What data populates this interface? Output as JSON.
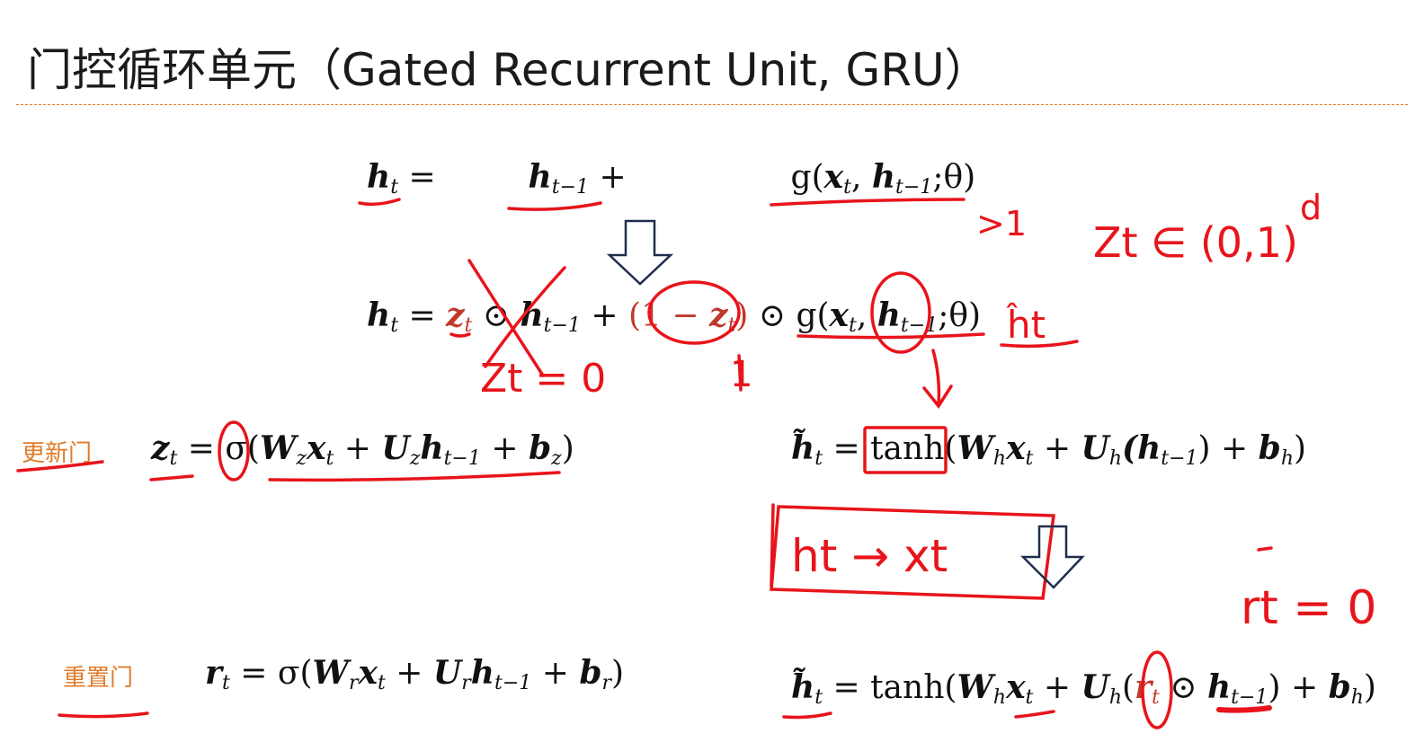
{
  "title": "门控循环单元（Gated Recurrent Unit, GRU）",
  "equations": {
    "eq1": {
      "lhs": "h",
      "lhs_sub": "t",
      "term1": "h",
      "term1_sub": "t−1",
      "plus": "+",
      "g_text": "g(",
      "x": "x",
      "x_sub": "t",
      "h": "h",
      "h_sub": "t−1",
      "theta": ";θ)"
    },
    "eq2": {
      "lhs": "h",
      "lhs_sub": "t",
      "z": "z",
      "z_sub": "t",
      "odot": "⊙",
      "term1": "h",
      "term1_sub": "t−1",
      "plus": "+",
      "one_minus": "(1 − ",
      "z2": "z",
      "z2_sub": "t",
      "close": ")",
      "odot2": "⊙",
      "g_text": "g(",
      "x": "x",
      "x_sub": "t",
      "h": "h",
      "h_sub": "t−1",
      "theta": ";θ)"
    },
    "update_gate": {
      "label": "更新门",
      "lhs": "z",
      "lhs_sub": "t",
      "sigma": "σ(",
      "W": "W",
      "W_sub": "z",
      "x": "x",
      "x_sub": "t",
      "plus1": "+",
      "U": "U",
      "U_sub": "z",
      "h": "h",
      "h_sub": "t−1",
      "plus2": "+",
      "b": "b",
      "b_sub": "z",
      "close": ")"
    },
    "candidate1": {
      "lhs": "h̃",
      "lhs_sub": "t",
      "tanh": "tanh",
      "open": "(",
      "W": "W",
      "W_sub": "h",
      "x": "x",
      "x_sub": "t",
      "plus1": "+",
      "U": "U",
      "U_sub": "h",
      "inner": "(h",
      "inner_sub": "t−1",
      "inner_close": ")",
      "plus2": "+",
      "b": "b",
      "b_sub": "h",
      "close": ")"
    },
    "reset_gate": {
      "label": "重置门",
      "lhs": "r",
      "lhs_sub": "t",
      "sigma": "σ(",
      "W": "W",
      "W_sub": "r",
      "x": "x",
      "x_sub": "t",
      "plus1": "+",
      "U": "U",
      "U_sub": "r",
      "h": "h",
      "h_sub": "t−1",
      "plus2": "+",
      "b": "b",
      "b_sub": "r",
      "close": ")"
    },
    "candidate2": {
      "lhs": "h̃",
      "lhs_sub": "t",
      "tanh": "tanh",
      "open": "(",
      "W": "W",
      "W_sub": "h",
      "x": "x",
      "x_sub": "t",
      "plus1": "+",
      "U": "U",
      "U_sub": "h",
      "paren": "(",
      "r": "r",
      "r_sub": "t",
      "odot": "⊙",
      "h": "h",
      "h_sub": "t−1",
      "inner_close": ")",
      "plus2": "+",
      "b": "b",
      "b_sub": "h",
      "close": ")"
    }
  },
  "handwriting": {
    "gt1": ">1",
    "zt_range": "Zt ∈ (0,1)",
    "zt_range_sup": "d",
    "ht_side": "ĥt",
    "zt_zero": "Zt = 0",
    "one": "1",
    "ht_to_xt": "ht → xt",
    "rt_zero": "rt = 0"
  },
  "colors": {
    "ink": "#e8141b",
    "accent": "#e07b2a",
    "arrow": "#1f2d4d"
  }
}
